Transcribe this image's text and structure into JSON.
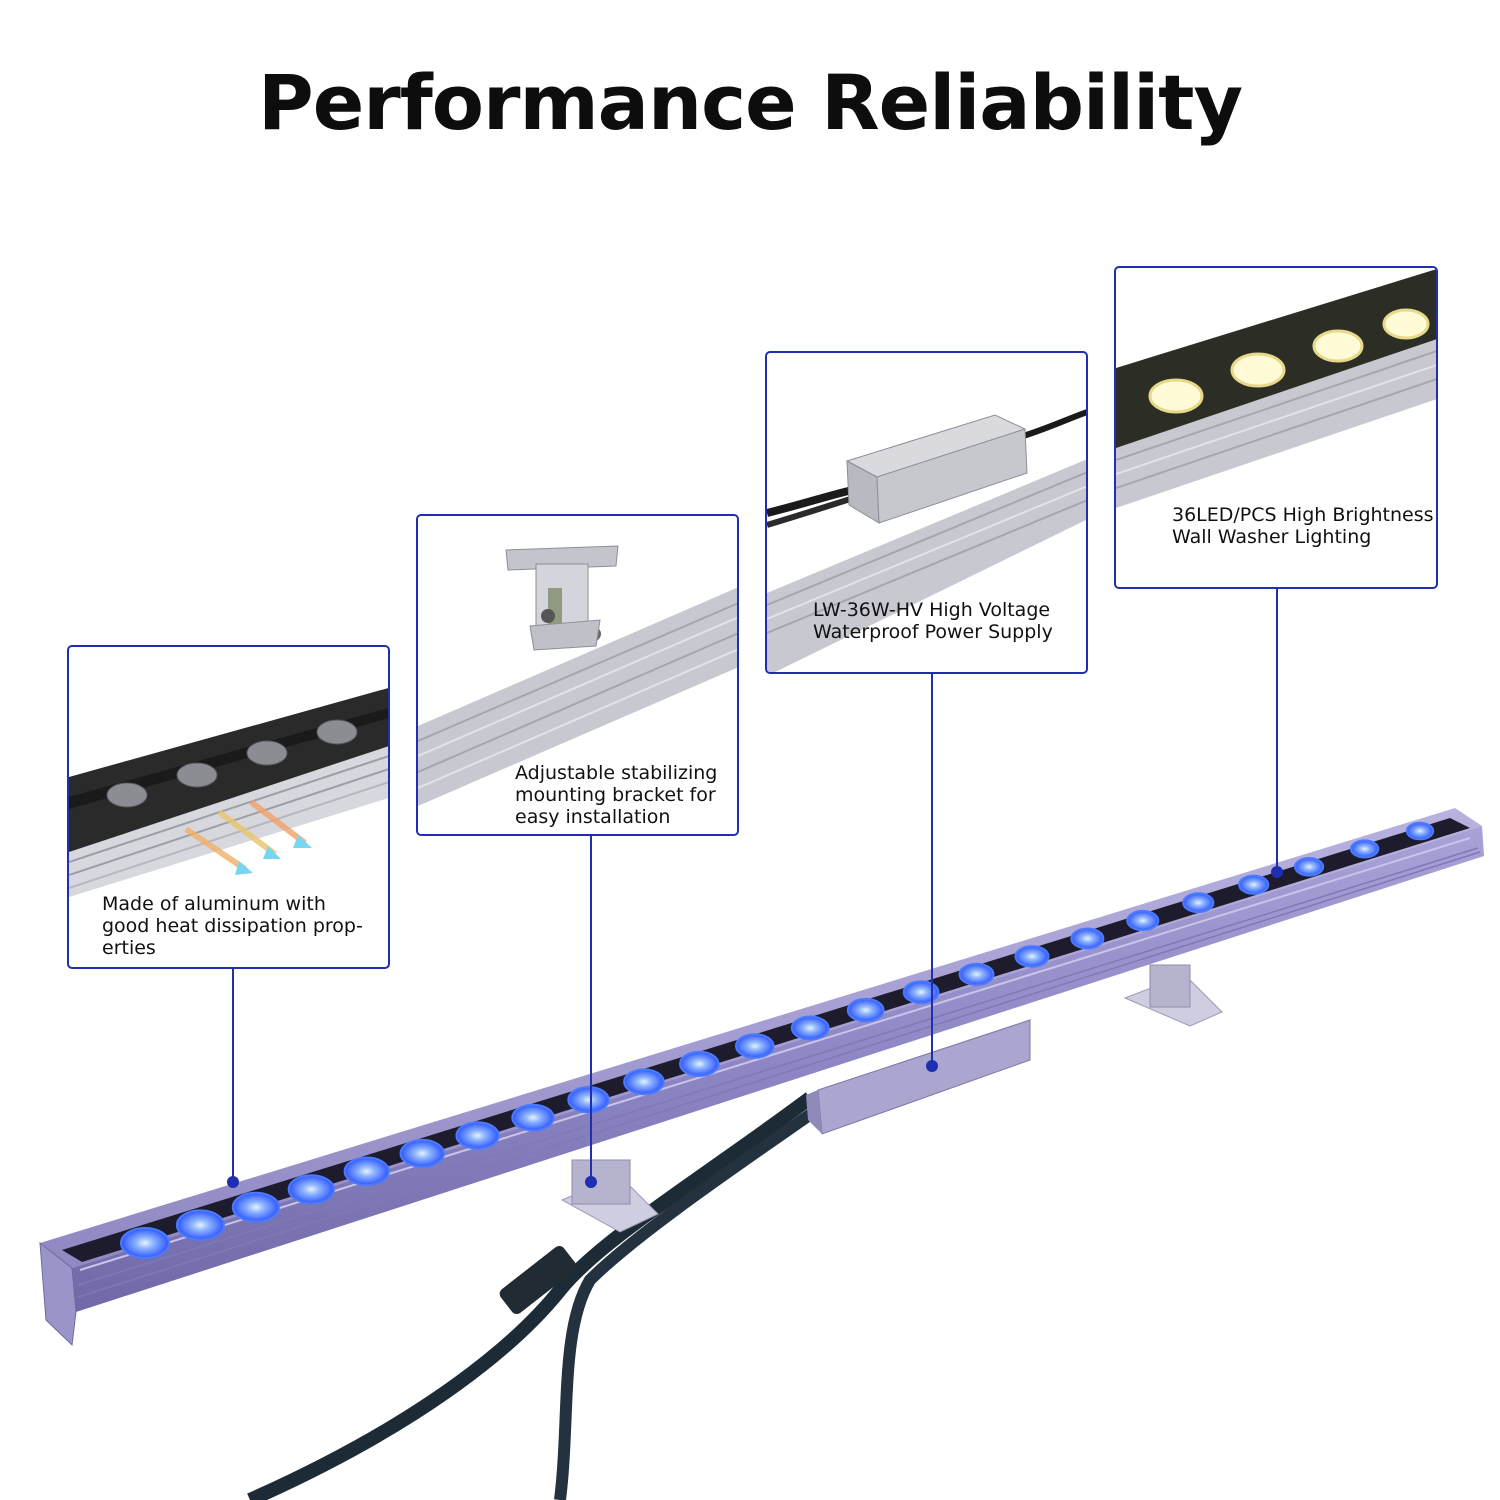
{
  "title": "Performance Reliability",
  "accent_color": "#1f2fb0",
  "led_color": "#4a7bff",
  "callouts": [
    {
      "id": "aluminum",
      "caption": "Made of aluminum with\ngood heat dissipation prop-\nerties",
      "icon": "heat-dissipation-arrows-icon"
    },
    {
      "id": "bracket",
      "caption": "Adjustable stabilizing\nmounting bracket for\neasy installation",
      "icon": "mounting-bracket-icon"
    },
    {
      "id": "power",
      "caption": "LW-36W-HV High Voltage\nWaterproof Power Supply",
      "icon": "power-supply-icon"
    },
    {
      "id": "leds",
      "caption": "36LED/PCS High Brightness\nWall Washer Lighting",
      "icon": "led-bar-icon"
    }
  ]
}
